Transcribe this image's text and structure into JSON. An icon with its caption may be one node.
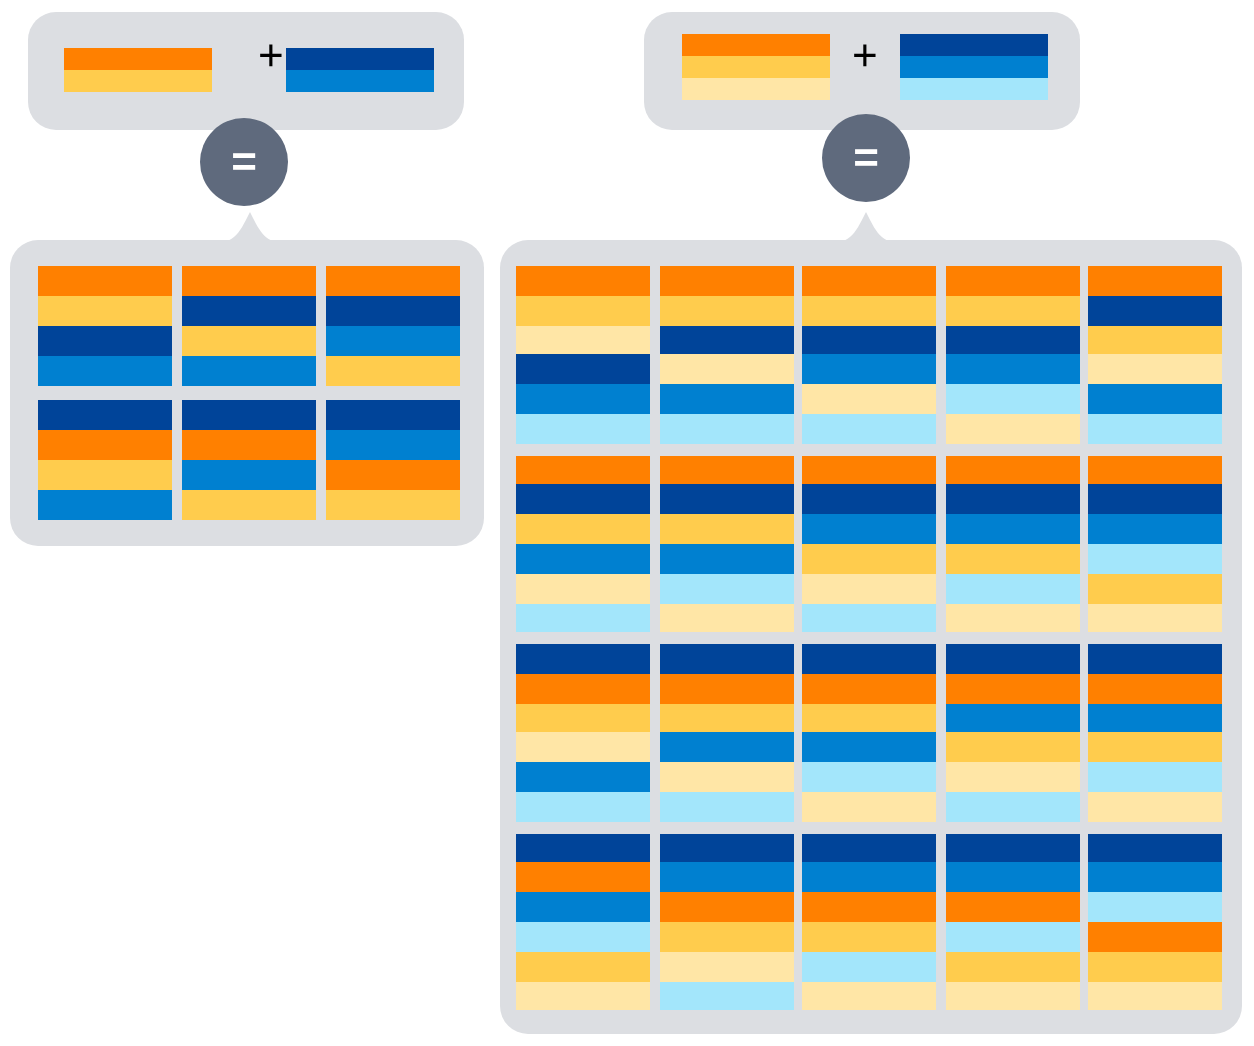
{
  "diagram": {
    "nodes": [
      {
        "text": [
          "+"
        ]
      },
      {
        "text": [],
        "shape": "bar",
        "in": 0
      },
      {
        "text": [],
        "shape": "bar",
        "in": 0
      },
      {
        "text": [
          "="
        ]
      },
      {
        "text": [],
        "shape": "box"
      },
      {
        "text": [],
        "shape": "bar",
        "in": 4
      },
      {
        "text": [],
        "shape": "bar",
        "in": 4
      },
      {
        "text": [],
        "shape": "bar",
        "in": 4
      },
      {
        "text": [],
        "shape": "bar",
        "in": 4
      },
      {
        "text": [],
        "shape": "bar",
        "in": 4
      },
      {
        "text": [],
        "shape": "bar",
        "in": 4
      },
      {
        "text": [
          "+"
        ]
      },
      {
        "text": [],
        "shape": "bar",
        "in": 11
      },
      {
        "text": [],
        "shape": "bar",
        "in": 11
      },
      {
        "text": [
          "="
        ]
      },
      {
        "text": [],
        "shape": "box"
      },
      {
        "text": [],
        "shape": "bar",
        "in": 15
      },
      {
        "text": [],
        "shape": "bar",
        "in": 15
      },
      {
        "text": [],
        "shape": "bar",
        "in": 15
      },
      {
        "text": [],
        "shape": "bar",
        "in": 15
      },
      {
        "text": [],
        "shape": "bar",
        "in": 15
      },
      {
        "text": [],
        "shape": "bar",
        "in": 15
      },
      {
        "text": [],
        "shape": "bar",
        "in": 15
      },
      {
        "text": [],
        "shape": "bar",
        "in": 15
      },
      {
        "text": [],
        "shape": "bar",
        "in": 15
      },
      {
        "text": [],
        "shape": "bar",
        "in": 15
      },
      {
        "text": [],
        "shape": "bar",
        "in": 15
      },
      {
        "text": [],
        "shape": "bar",
        "in": 15
      },
      {
        "text": [],
        "shape": "bar",
        "in": 15
      },
      {
        "text": [],
        "shape": "bar",
        "in": 15
      },
      {
        "text": [],
        "shape": "bar",
        "in": 15
      },
      {
        "text": [],
        "shape": "bar",
        "in": 15
      },
      {
        "text": [],
        "shape": "bar",
        "in": 15
      },
      {
        "text": [],
        "shape": "bar",
        "in": 15
      },
      {
        "text": [],
        "shape": "bar",
        "in": 15
      },
      {
        "text": [],
        "shape": "bar",
        "in": 15
      }
    ]
  }
}
